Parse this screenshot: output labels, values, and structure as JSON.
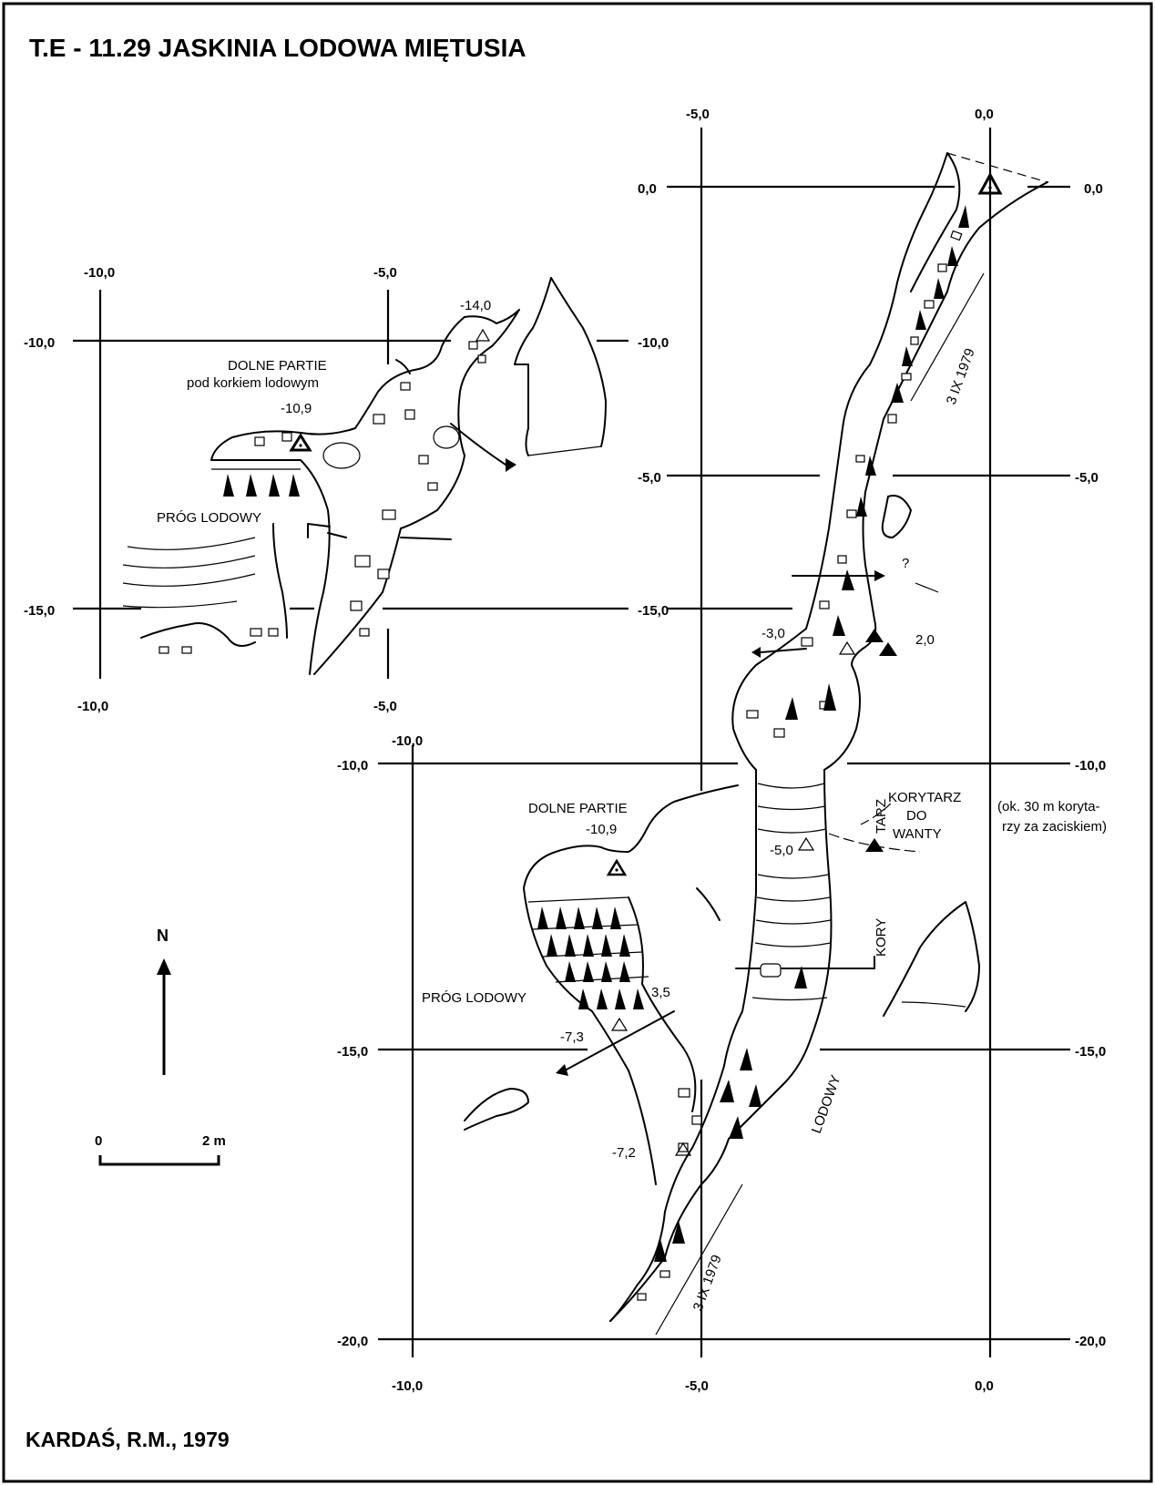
{
  "title": "T.E - 11.29  JASKINIA LODOWA MIĘTUSIA",
  "author": "KARDAŚ, R.M., 1979",
  "north_label": "N",
  "scale_bar": {
    "start": "0",
    "end": "2 m"
  },
  "main_plan": {
    "top_ticks": [
      "-5,0",
      "0,0"
    ],
    "bottom_ticks": [
      "-10,0",
      "-5,0",
      "0,0"
    ],
    "left_ticks": [
      "0,0",
      "-5,0",
      "-15,0"
    ],
    "right_ticks": [
      "0,0",
      "-5,0",
      "-10,0",
      "-15,0",
      "-20,0"
    ],
    "lower_frame_left_ticks": [
      "-10,0",
      "-15,0",
      "-20,0"
    ],
    "lower_frame_top_tick": "-10,0",
    "labels": {
      "dolne_partie": "DOLNE PARTIE",
      "depth_dolne": "-10,9",
      "prog_lodowy": "PRÓG LODOWY",
      "korytarz_do_wanty_1": "KORYTARZ",
      "korytarz_do_wanty_2": "DO",
      "korytarz_do_wanty_3": "WANTY",
      "note_1": "(ok. 30 m koryta-",
      "note_2": "rzy za zaciskiem)",
      "kory": "KORY",
      "tarz": "TARZ",
      "lodowy": "LODOWY",
      "survey_date": "3 IX 1979",
      "depth_minus3": "-3,0",
      "depth_2": "2,0",
      "depth_minus5": "-5,0",
      "depth_3_5": "3,5",
      "depth_minus7_3": "-7,3",
      "depth_minus7_2": "-7,2",
      "question": "?"
    }
  },
  "inset_plan": {
    "top_ticks": [
      "-10,0",
      "-5,0"
    ],
    "bottom_ticks": [
      "-10,0",
      "-5,0"
    ],
    "left_ticks": [
      "-10,0",
      "-15,0"
    ],
    "right_ticks": [
      "-10,0",
      "-15,0"
    ],
    "labels": {
      "depth_top": "-14,0",
      "dolne_partie": "DOLNE PARTIE",
      "pod_korkiem": "pod korkiem lodowym",
      "depth_dolne": "-10,9",
      "prog_lodowy": "PRÓG LODOWY"
    }
  },
  "colors": {
    "ink": "#000000",
    "paper": "#ffffff"
  }
}
